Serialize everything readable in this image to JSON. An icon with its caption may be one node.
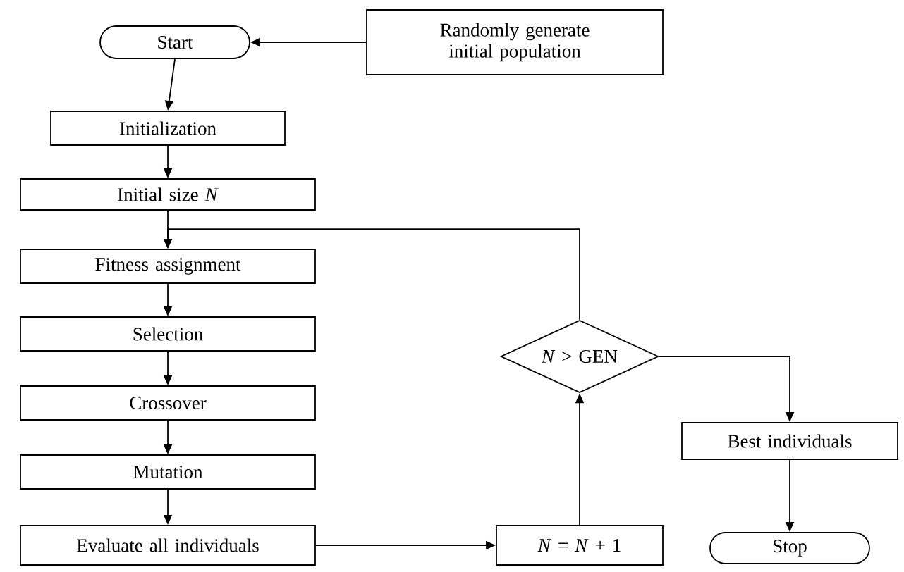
{
  "diagram": {
    "nodes": [
      {
        "text": [
          "Start"
        ]
      },
      {
        "text": [
          "Randomly generate initial population"
        ]
      },
      {
        "text": [
          "Initialization"
        ]
      },
      {
        "text": [
          "Initial size *N*"
        ]
      },
      {
        "text": [
          "Fitness assignment"
        ]
      },
      {
        "text": [
          "Selection"
        ]
      },
      {
        "text": [
          "Crossover"
        ]
      },
      {
        "text": [
          "Mutation"
        ]
      },
      {
        "text": [
          "Evaluate all individuals"
        ]
      },
      {
        "text": [
          "*N* = *N* + 1"
        ]
      },
      {
        "text": [
          "*N* > GEN"
        ]
      },
      {
        "text": [
          "Best individuals"
        ]
      },
      {
        "text": [
          "Stop"
        ]
      }
    ],
    "edges": [
      {
        "from": 1,
        "to": 0,
        "arrow": "to"
      },
      {
        "from": 0,
        "to": 2,
        "arrow": "to"
      },
      {
        "from": 2,
        "to": 3,
        "arrow": "to"
      },
      {
        "from": 3,
        "to": 4,
        "arrow": "to"
      },
      {
        "from": 4,
        "to": 5,
        "arrow": "to"
      },
      {
        "from": 5,
        "to": 6,
        "arrow": "to"
      },
      {
        "from": 6,
        "to": 7,
        "arrow": "to"
      },
      {
        "from": 7,
        "to": 8,
        "arrow": "to"
      },
      {
        "from": 8,
        "to": 9,
        "arrow": "to"
      },
      {
        "from": 9,
        "to": 10,
        "arrow": "to"
      },
      {
        "from": 10,
        "to": 4,
        "arrow": "to"
      },
      {
        "from": 10,
        "to": 11,
        "arrow": "to"
      },
      {
        "from": 11,
        "to": 12,
        "arrow": "to"
      }
    ]
  }
}
